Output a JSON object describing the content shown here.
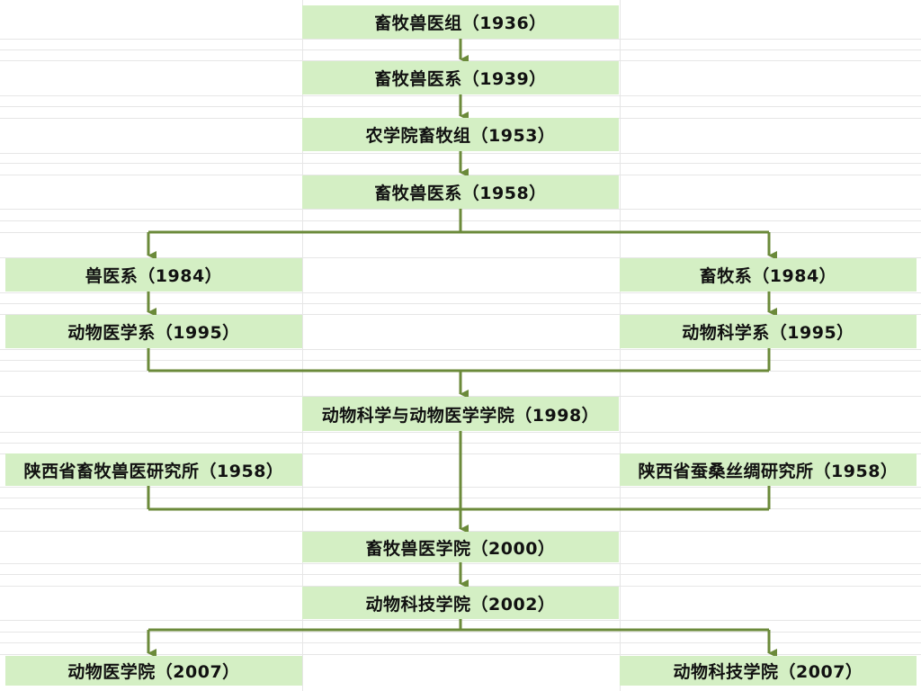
{
  "nodes": {
    "n1936": "畜牧兽医组（1936）",
    "n1939": "畜牧兽医系（1939）",
    "n1953": "农学院畜牧组（1953）",
    "n1958": "畜牧兽医系（1958）",
    "vet1984": "兽医系（1984）",
    "ani1984": "畜牧系（1984）",
    "vet1995": "动物医学系（1995）",
    "ani1995": "动物科学系（1995）",
    "col1998": "动物科学与动物医学学院（1998）",
    "inst_ani1958": "陕西省畜牧兽医研究所（1958）",
    "inst_silk1958": "陕西省蚕桑丝绸研究所（1958）",
    "col2000": "畜牧兽医学院（2000）",
    "col2002": "动物科技学院（2002）",
    "vet2007": "动物医学院（2007）",
    "ani2007": "动物科技学院（2007）"
  },
  "colors": {
    "box_fill": "#d4efc4",
    "connector": "#6b8a3a",
    "grid": "#e6e6e6"
  }
}
